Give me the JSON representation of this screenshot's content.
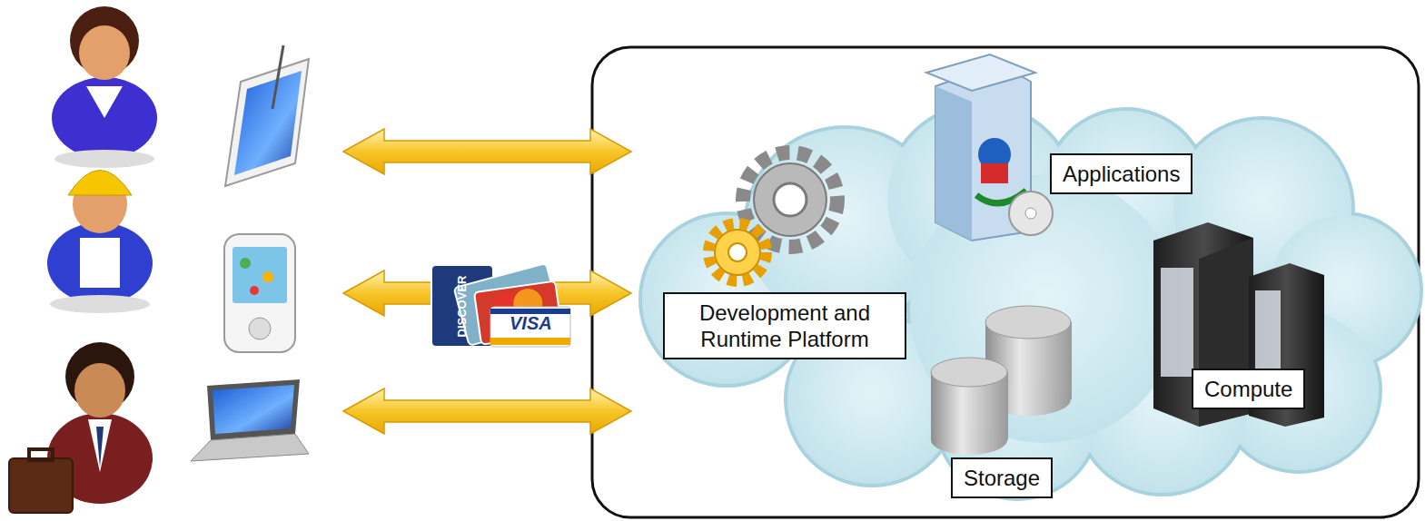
{
  "diagram": {
    "nodes": [
      {
        "text": [
          "Applications"
        ]
      },
      {
        "text": [
          "Development and Runtime Platform"
        ]
      },
      {
        "text": [
          "Compute"
        ]
      },
      {
        "text": [
          "Storage"
        ]
      }
    ],
    "labels": [
      "DISCOVER",
      "VISA"
    ]
  }
}
